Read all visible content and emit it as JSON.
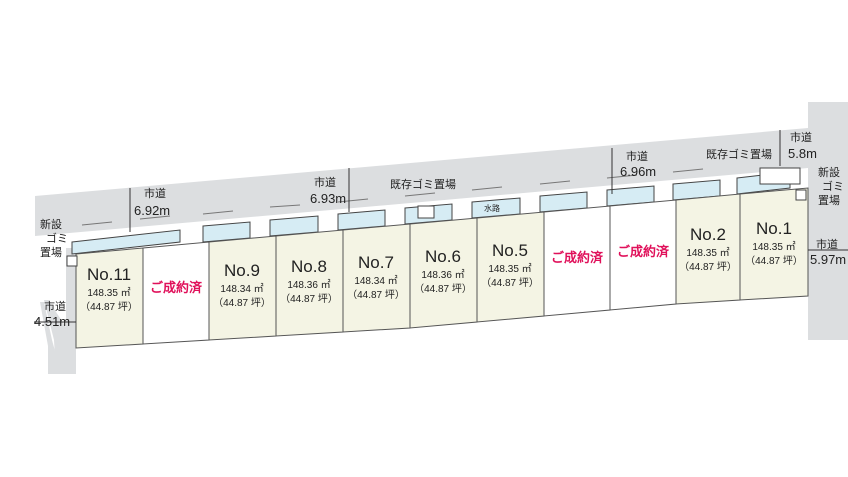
{
  "lots": [
    {
      "no": "No.11",
      "area": "148.35 ㎡",
      "tsubo": "（44.87 坪）",
      "sold": false
    },
    {
      "no": "",
      "area": "",
      "tsubo": "",
      "sold": true,
      "sold_label": "ご成約済"
    },
    {
      "no": "No.9",
      "area": "148.34 ㎡",
      "tsubo": "（44.87 坪）",
      "sold": false
    },
    {
      "no": "No.8",
      "area": "148.36 ㎡",
      "tsubo": "（44.87 坪）",
      "sold": false
    },
    {
      "no": "No.7",
      "area": "148.34 ㎡",
      "tsubo": "（44.87 坪）",
      "sold": false
    },
    {
      "no": "No.6",
      "area": "148.36 ㎡",
      "tsubo": "（44.87 坪）",
      "sold": false
    },
    {
      "no": "No.5",
      "area": "148.35 ㎡",
      "tsubo": "（44.87 坪）",
      "sold": false
    },
    {
      "no": "",
      "area": "",
      "tsubo": "",
      "sold": true,
      "sold_label": "ご成約済"
    },
    {
      "no": "",
      "area": "",
      "tsubo": "",
      "sold": true,
      "sold_label": "ご成約済"
    },
    {
      "no": "No.2",
      "area": "148.35 ㎡",
      "tsubo": "（44.87 坪）",
      "sold": false
    },
    {
      "no": "No.1",
      "area": "148.35 ㎡",
      "tsubo": "（44.87 坪）",
      "sold": false
    }
  ],
  "roads": {
    "north_left": {
      "name": "市道",
      "width": "6.92m"
    },
    "north_center": {
      "name": "市道",
      "width": "6.93m"
    },
    "north_right": {
      "name": "市道",
      "width": "6.96m"
    },
    "north_far_right": {
      "name": "市道",
      "width": "5.8m"
    },
    "west": {
      "name": "市道",
      "width": "4.51m"
    },
    "east": {
      "name": "市道",
      "width": "5.97m"
    }
  },
  "facilities": {
    "existing_garbage_center": "既存ゴミ置場",
    "existing_garbage_right": "既存ゴミ置場",
    "new_garbage_left": [
      "新設",
      "ゴミ",
      "置場"
    ],
    "new_garbage_right": [
      "新設",
      "ゴミ",
      "置場"
    ],
    "waterway": "水路"
  },
  "colors": {
    "lot_fill": "#f4f4e4",
    "sold_fill": "#ffffff",
    "road_fill": "#dcdee0",
    "channel_fill": "#d6ecf4",
    "sold_text": "#e0105a"
  }
}
